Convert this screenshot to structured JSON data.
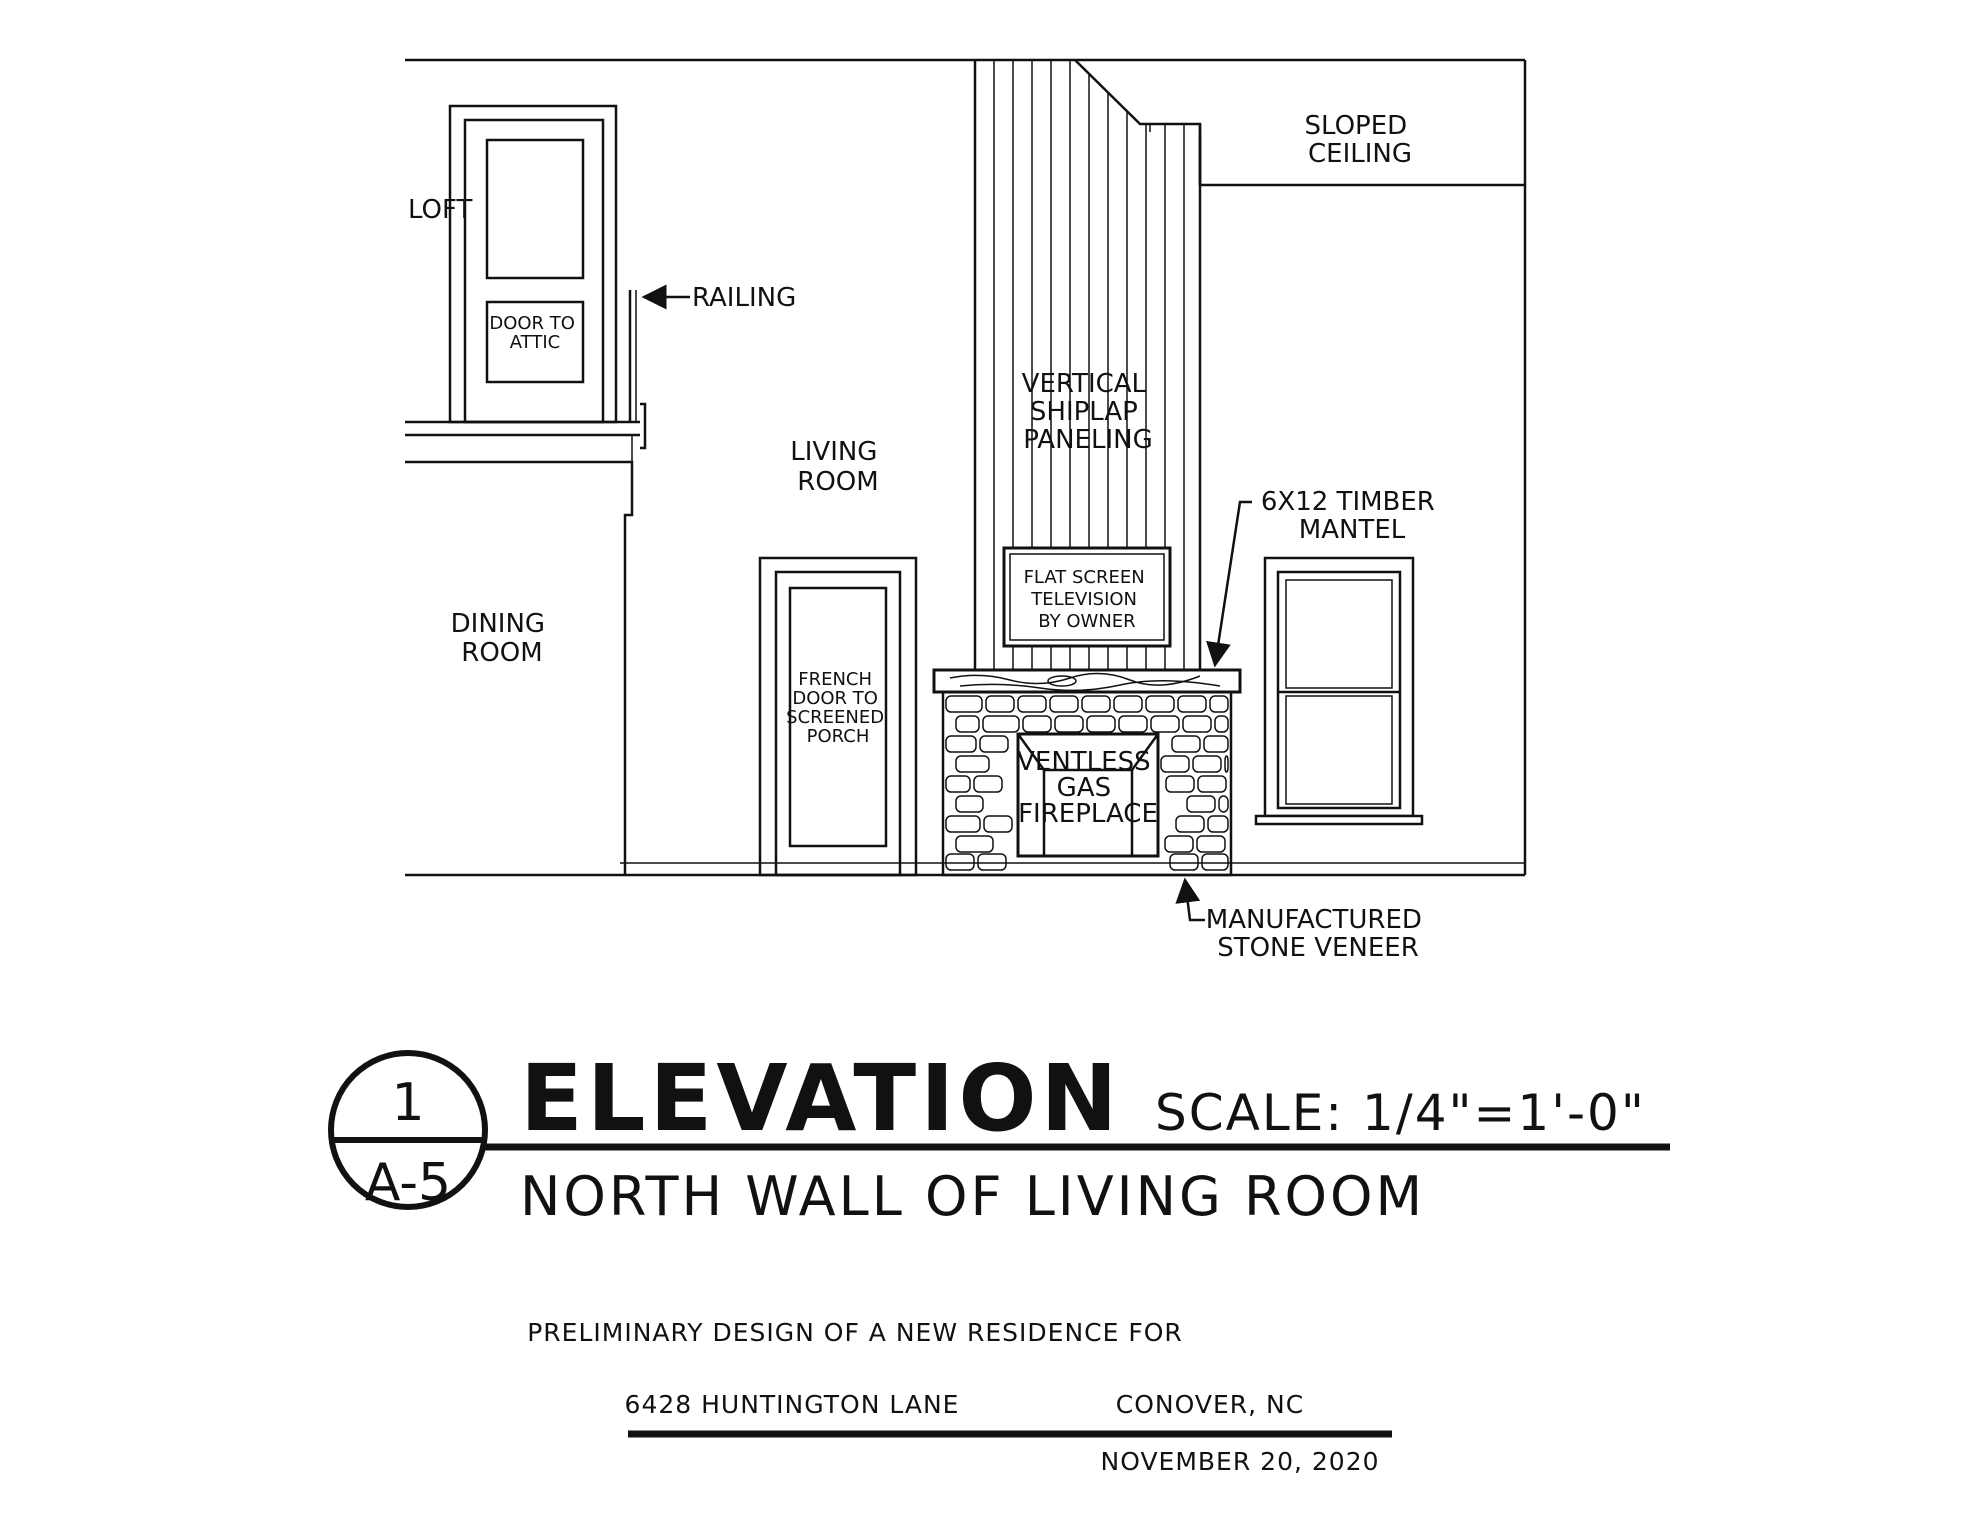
{
  "labels": {
    "loft": "LOFT",
    "door_to_attic": [
      "DOOR TO",
      "ATTIC"
    ],
    "railing": "RAILING",
    "sloped_ceiling": [
      "SLOPED",
      "CEILING"
    ],
    "vertical_shiplap": [
      "VERTICAL",
      "SHIPLAP",
      "PANELING"
    ],
    "living_room": [
      "LIVING",
      "ROOM"
    ],
    "dining_room": [
      "DINING",
      "ROOM"
    ],
    "timber_mantel": [
      "6X12 TIMBER",
      "MANTEL"
    ],
    "flat_screen": [
      "FLAT SCREEN",
      "TELEVISION",
      "BY OWNER"
    ],
    "french_door": [
      "FRENCH",
      "DOOR TO",
      "SCREENED",
      "PORCH"
    ],
    "fireplace": [
      "VENTLESS",
      "GAS",
      "FIREPLACE"
    ],
    "stone_veneer": [
      "MANUFACTURED",
      "STONE VENEER"
    ]
  },
  "title_block": {
    "detail_number": "1",
    "sheet_number": "A-5",
    "title": "ELEVATION",
    "scale": "SCALE:  1/4\"=1'-0\"",
    "subtitle": "NORTH WALL OF LIVING ROOM"
  },
  "footer": {
    "line1": "PRELIMINARY DESIGN OF A NEW RESIDENCE FOR",
    "address": "6428 HUNTINGTON LANE",
    "city": "CONOVER, NC",
    "date": "NOVEMBER 20, 2020"
  }
}
